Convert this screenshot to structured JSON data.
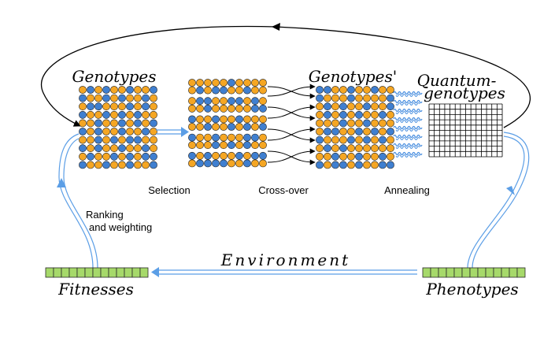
{
  "labels": {
    "genotypes": "Genotypes",
    "genotypes_prime": "Genotypes'",
    "quantum_line1": "Quantum-",
    "quantum_line2": "genotypes",
    "selection": "Selection",
    "crossover": "Cross-over",
    "annealing": "Annealing",
    "ranking_line1": "Ranking",
    "ranking_line2": "and weighting",
    "environment": "Environment",
    "fitnesses": "Fitnesses",
    "phenotypes": "Phenotypes"
  },
  "colors": {
    "orange": "#f5a623",
    "blue": "#3f7fd0",
    "green": "#a6d96a",
    "arrow_blue": "#5b9ee6",
    "wave_blue": "#4a8fdf",
    "stroke": "#000000"
  },
  "grid_patterns": {
    "genotypes": [
      "OBOBOOBOOB",
      "BOOBOBOOBO",
      "OBBOOOBOBO",
      "BOOBOBOBOO",
      "OOBOOBOBOB",
      "BOBOOBOOBO",
      "OOBOBOBBOO",
      "BOBOOBOOBO",
      "OBOOBOBOBB",
      "BOOBOOBOOB"
    ],
    "selection": [
      "OOOOOBOOOO",
      "OBOBBOOBOO",
      "OBBOOBBOBO",
      "OOBOOOOOBB",
      "BOOBOOBOOO",
      "OOBOOBOBOB",
      "BOOBOOOBBO",
      "OOOBOBOBOO",
      "BOBOOOBOBB",
      "OBBBBOOBOO"
    ],
    "genotypes_prime": [
      "BBOOBOOBOO",
      "BOOOBOOOOB",
      "OBOBOOBOOB",
      "OBOBOBOOBO",
      "OOOBOOBOOO",
      "OBBOOBOBOB",
      "BOOOBOBOBO",
      "OBOBOOOOOO",
      "OOBOOBOOBO",
      "BOBBOBOOBB"
    ]
  }
}
